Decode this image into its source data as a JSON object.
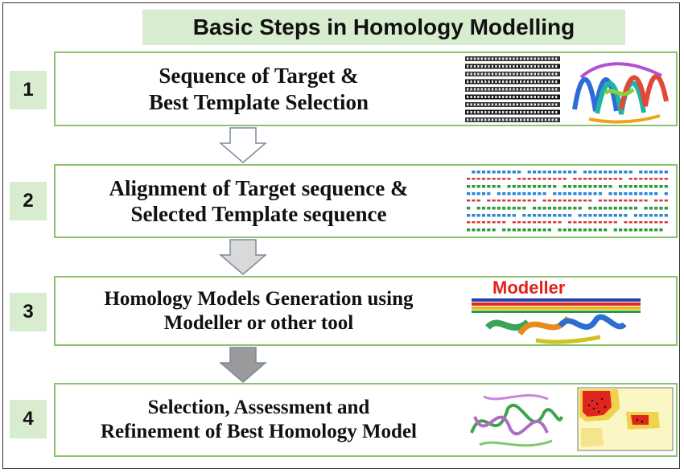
{
  "title": "Basic Steps in Homology Modelling",
  "steps": [
    {
      "number": "1",
      "lines": [
        "Sequence of Target &",
        "Best Template Selection"
      ]
    },
    {
      "number": "2",
      "lines": [
        "Alignment of Target sequence  &",
        "Selected Template sequence"
      ]
    },
    {
      "number": "3",
      "lines": [
        "Homology Models Generation using",
        "Modeller  or other tool"
      ]
    },
    {
      "number": "4",
      "lines": [
        "Selection, Assessment   and",
        "Refinement  of Best Homology Model"
      ]
    }
  ],
  "thumbnails": {
    "modeller_logo_text": "Modeller"
  },
  "colors": {
    "header_bg": "#d8eccf",
    "box_border": "#8cc36e",
    "arrow_1_fill": "#ffffff",
    "arrow_2_fill": "#d9d9d9",
    "arrow_3_fill": "#9a9a9a"
  }
}
